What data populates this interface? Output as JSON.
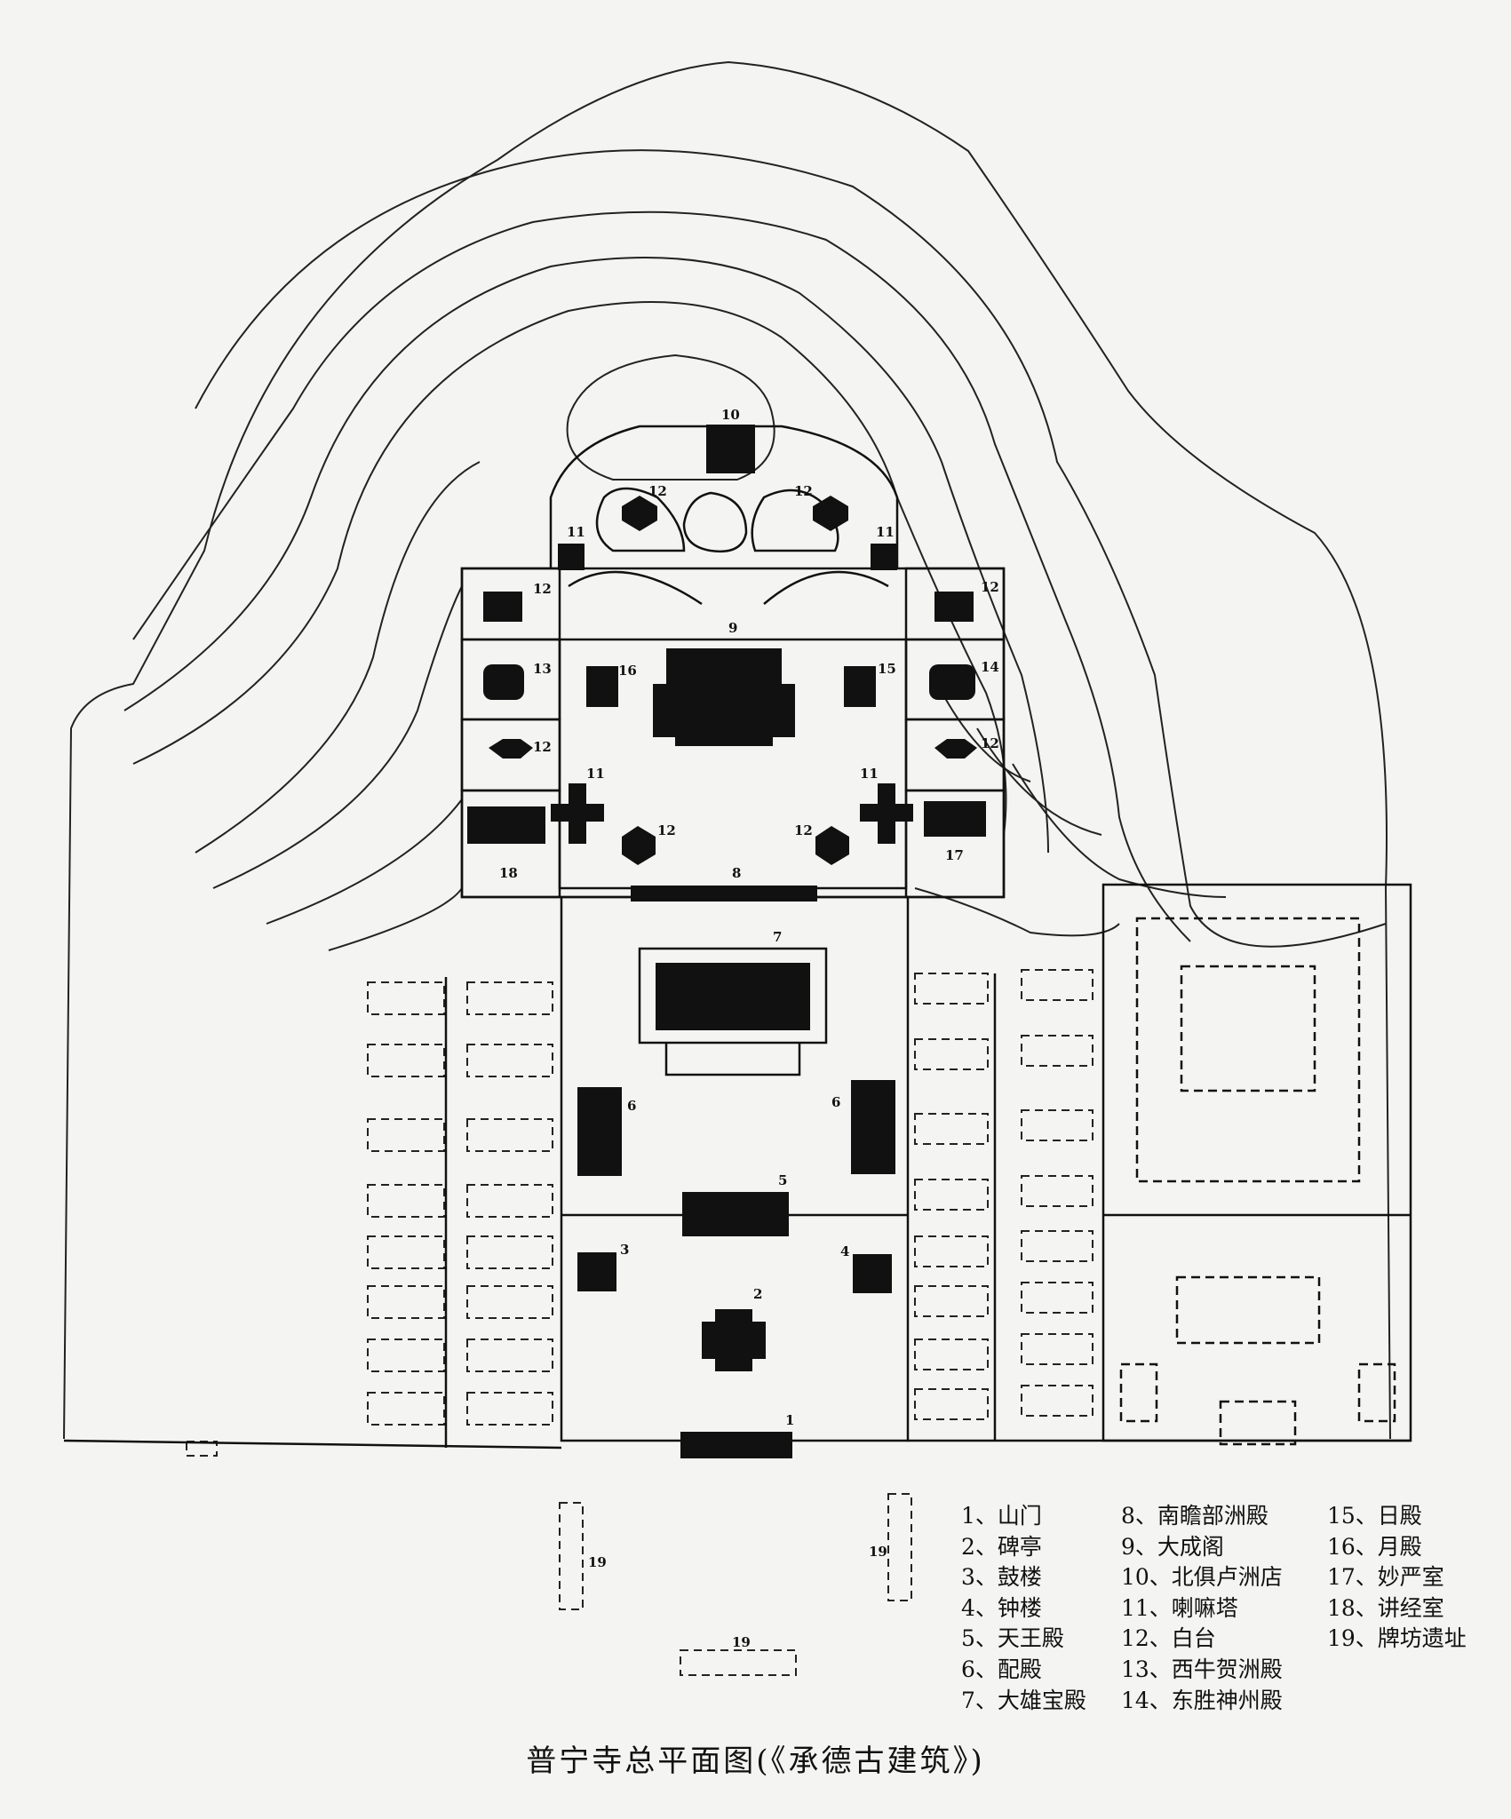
{
  "caption": "普宁寺总平面图(《承德古建筑》)",
  "legend": {
    "col1": [
      "1、山门",
      "2、碑亭",
      "3、鼓楼",
      "4、钟楼",
      "5、天王殿",
      "6、配殿",
      "7、大雄宝殿"
    ],
    "col2": [
      "8、南瞻部洲殿",
      "9、大成阁",
      "10、北俱卢洲店",
      "11、喇嘛塔",
      "12、白台",
      "13、西牛贺洲殿",
      "14、东胜神州殿"
    ],
    "col3": [
      "15、日殿",
      "16、月殿",
      "17、妙严室",
      "18、讲经室",
      "19、牌坊遗址"
    ]
  },
  "map_labels": {
    "n1": "1",
    "n2": "2",
    "n3": "3",
    "n4": "4",
    "n5": "5",
    "n6": "6",
    "n7": "7",
    "n8": "8",
    "n9": "9",
    "n10": "10",
    "n11": "11",
    "n12": "12",
    "n13": "13",
    "n14": "14",
    "n15": "15",
    "n16": "16",
    "n17": "17",
    "n18": "18",
    "n19": "19"
  }
}
